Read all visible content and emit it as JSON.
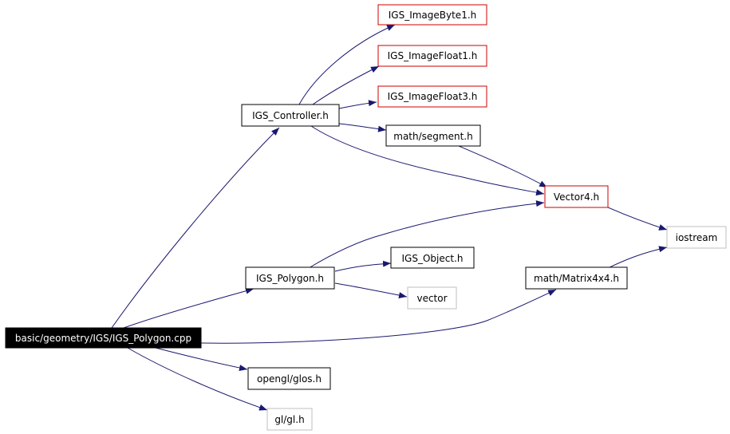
{
  "colors": {
    "edge": "#191970",
    "border_default": "#000000",
    "border_red": "#cc0000",
    "border_gray": "#bfbfbf",
    "root_fill": "#000000",
    "root_text": "#ffffff",
    "node_fill": "#ffffff",
    "node_text": "#000000"
  },
  "nodes": {
    "root": {
      "label": "basic/geometry/IGS/IGS_Polygon.cpp",
      "style": "root"
    },
    "controller": {
      "label": "IGS_Controller.h",
      "style": "default"
    },
    "imagebyte1": {
      "label": "IGS_ImageByte1.h",
      "style": "red"
    },
    "imagefloat1": {
      "label": "IGS_ImageFloat1.h",
      "style": "red"
    },
    "imagefloat3": {
      "label": "IGS_ImageFloat3.h",
      "style": "red"
    },
    "segment": {
      "label": "math/segment.h",
      "style": "default"
    },
    "vector4": {
      "label": "Vector4.h",
      "style": "red"
    },
    "iostream": {
      "label": "iostream",
      "style": "gray"
    },
    "polygon": {
      "label": "IGS_Polygon.h",
      "style": "default"
    },
    "object": {
      "label": "IGS_Object.h",
      "style": "default"
    },
    "vector": {
      "label": "vector",
      "style": "gray"
    },
    "matrix": {
      "label": "math/Matrix4x4.h",
      "style": "default"
    },
    "glos": {
      "label": "opengl/glos.h",
      "style": "default"
    },
    "gl": {
      "label": "gl/gl.h",
      "style": "gray"
    }
  },
  "edges": [
    {
      "from": "root",
      "to": "controller"
    },
    {
      "from": "root",
      "to": "polygon"
    },
    {
      "from": "root",
      "to": "matrix"
    },
    {
      "from": "root",
      "to": "glos"
    },
    {
      "from": "root",
      "to": "gl"
    },
    {
      "from": "controller",
      "to": "imagebyte1"
    },
    {
      "from": "controller",
      "to": "imagefloat1"
    },
    {
      "from": "controller",
      "to": "imagefloat3"
    },
    {
      "from": "controller",
      "to": "segment"
    },
    {
      "from": "controller",
      "to": "vector4"
    },
    {
      "from": "segment",
      "to": "vector4"
    },
    {
      "from": "vector4",
      "to": "iostream"
    },
    {
      "from": "polygon",
      "to": "vector4"
    },
    {
      "from": "polygon",
      "to": "object"
    },
    {
      "from": "polygon",
      "to": "vector"
    },
    {
      "from": "matrix",
      "to": "iostream"
    }
  ]
}
